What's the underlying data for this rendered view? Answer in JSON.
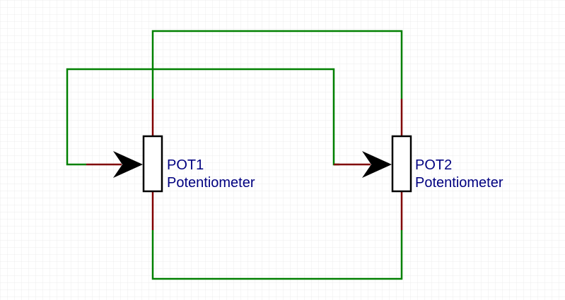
{
  "colors": {
    "background": "#ffffff",
    "grid": "#ececec",
    "wire": "#008000",
    "pin": "#800000",
    "body_stroke": "#000000",
    "label": "#000080"
  },
  "components": [
    {
      "ref": "POT1",
      "value": "Potentiometer"
    },
    {
      "ref": "POT2",
      "value": "Potentiometer"
    }
  ]
}
